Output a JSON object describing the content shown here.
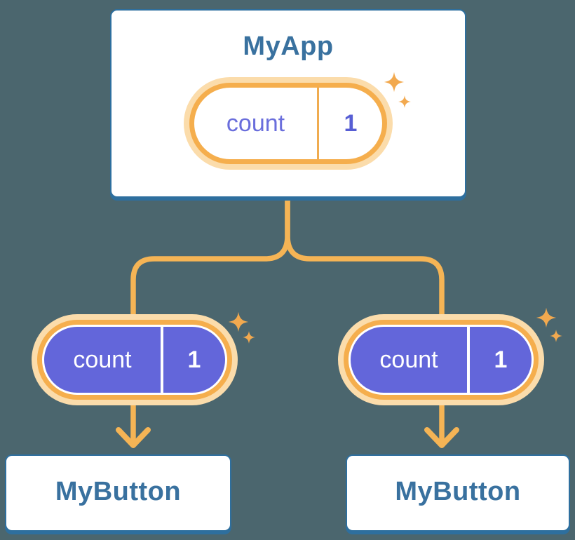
{
  "tree": {
    "root": {
      "label": "MyApp",
      "pill": {
        "name": "count",
        "value": "1"
      }
    },
    "children": [
      {
        "label": "MyButton",
        "pill": {
          "name": "count",
          "value": "1"
        }
      },
      {
        "label": "MyButton",
        "pill": {
          "name": "count",
          "value": "1"
        }
      }
    ]
  },
  "icons": {
    "sparkle": "sparkle-icon"
  },
  "colors": {
    "background": "#4B666E",
    "node_border_blue": "#2E6F9E",
    "node_title_blue": "#39719F",
    "connector_orange": "#F5B455",
    "pill_ring_orange": "#F5AE4D",
    "pill_glow_orange": "#FBDCAB",
    "pill_fill_purple": "#6366DA",
    "state_text_purple": "#6A6EDC",
    "state_value_purple": "#575ED4",
    "sparkle_orange": "#F2A94F"
  }
}
